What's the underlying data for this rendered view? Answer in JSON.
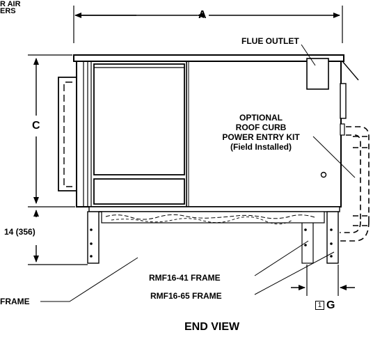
{
  "labels": {
    "top_left_line1": "R AIR",
    "top_left_line2": "ERS",
    "dim_a": "A",
    "flue_outlet": "FLUE OUTLET",
    "dim_c": "C",
    "kit_line1": "OPTIONAL",
    "kit_line2": "ROOF CURB",
    "kit_line3": "POWER ENTRY KIT",
    "kit_line4": "(Field Installed)",
    "dim_14": "14 (356)",
    "frame_left": "FRAME",
    "rmf41": "RMF16-41 FRAME",
    "rmf65": "RMF16-65 FRAME",
    "g_box": "1",
    "g_letter": "G",
    "view_title": "END VIEW"
  }
}
